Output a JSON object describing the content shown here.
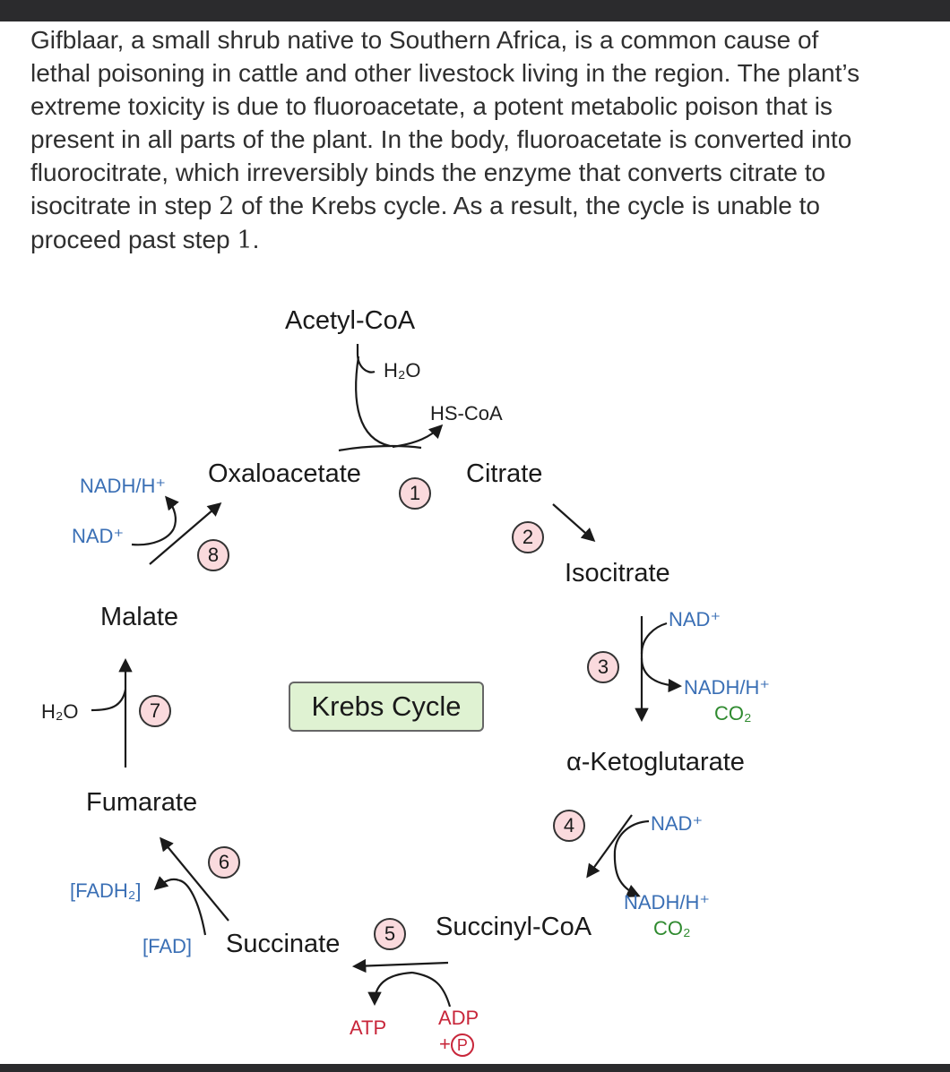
{
  "passage": {
    "line1": "Gifblaar, a small shrub native to Southern Africa, is a common cause of",
    "line2": "lethal poisoning in cattle and other livestock living in the region. The plant’s",
    "line3": "extreme toxicity is due to fluoroacetate, a potent metabolic poison that is",
    "line4": "present in all parts of the plant. In the body, fluoroacetate is converted into",
    "line5": "fluorocitrate, which irreversibly binds the enzyme that converts citrate to",
    "line6a": "isocitrate in step ",
    "line6num": "2",
    "line6b": " of the Krebs cycle. As a result, the cycle is unable to",
    "line7a": "proceed past step ",
    "line7num": "1",
    "line7b": "."
  },
  "diagram": {
    "title": "Krebs Cycle",
    "metabolites": {
      "acetyl_coa": "Acetyl-CoA",
      "oxaloacetate": "Oxaloacetate",
      "citrate": "Citrate",
      "isocitrate": "Isocitrate",
      "ketoglutarate": "α-Ketoglutarate",
      "succinyl_coa": "Succinyl-CoA",
      "succinate": "Succinate",
      "fumarate": "Fumarate",
      "malate": "Malate"
    },
    "cofactors": {
      "step1_h2o": "H₂O",
      "step1_hscoa": "HS-CoA",
      "step3_nad": "NAD⁺",
      "step3_nadh": "NADH/H⁺",
      "step3_co2": "CO₂",
      "step4_nad": "NAD⁺",
      "step4_nadh": "NADH/H⁺",
      "step4_co2": "CO₂",
      "step5_atp": "ATP",
      "step5_adp": "ADP",
      "step5_plus": "+",
      "step5_p": "P",
      "step6_fadh2": "[FADH₂]",
      "step6_fad": "[FAD]",
      "step7_h2o": "H₂O",
      "step8_nadh": "NADH/H⁺",
      "step8_nad": "NAD⁺"
    },
    "steps": [
      "1",
      "2",
      "3",
      "4",
      "5",
      "6",
      "7",
      "8"
    ],
    "colors": {
      "nad": "#3a6fb5",
      "co2": "#2f8a2f",
      "atp": "#c8263a",
      "step_fill": "#fadadd",
      "title_fill": "#dff2d2"
    }
  }
}
